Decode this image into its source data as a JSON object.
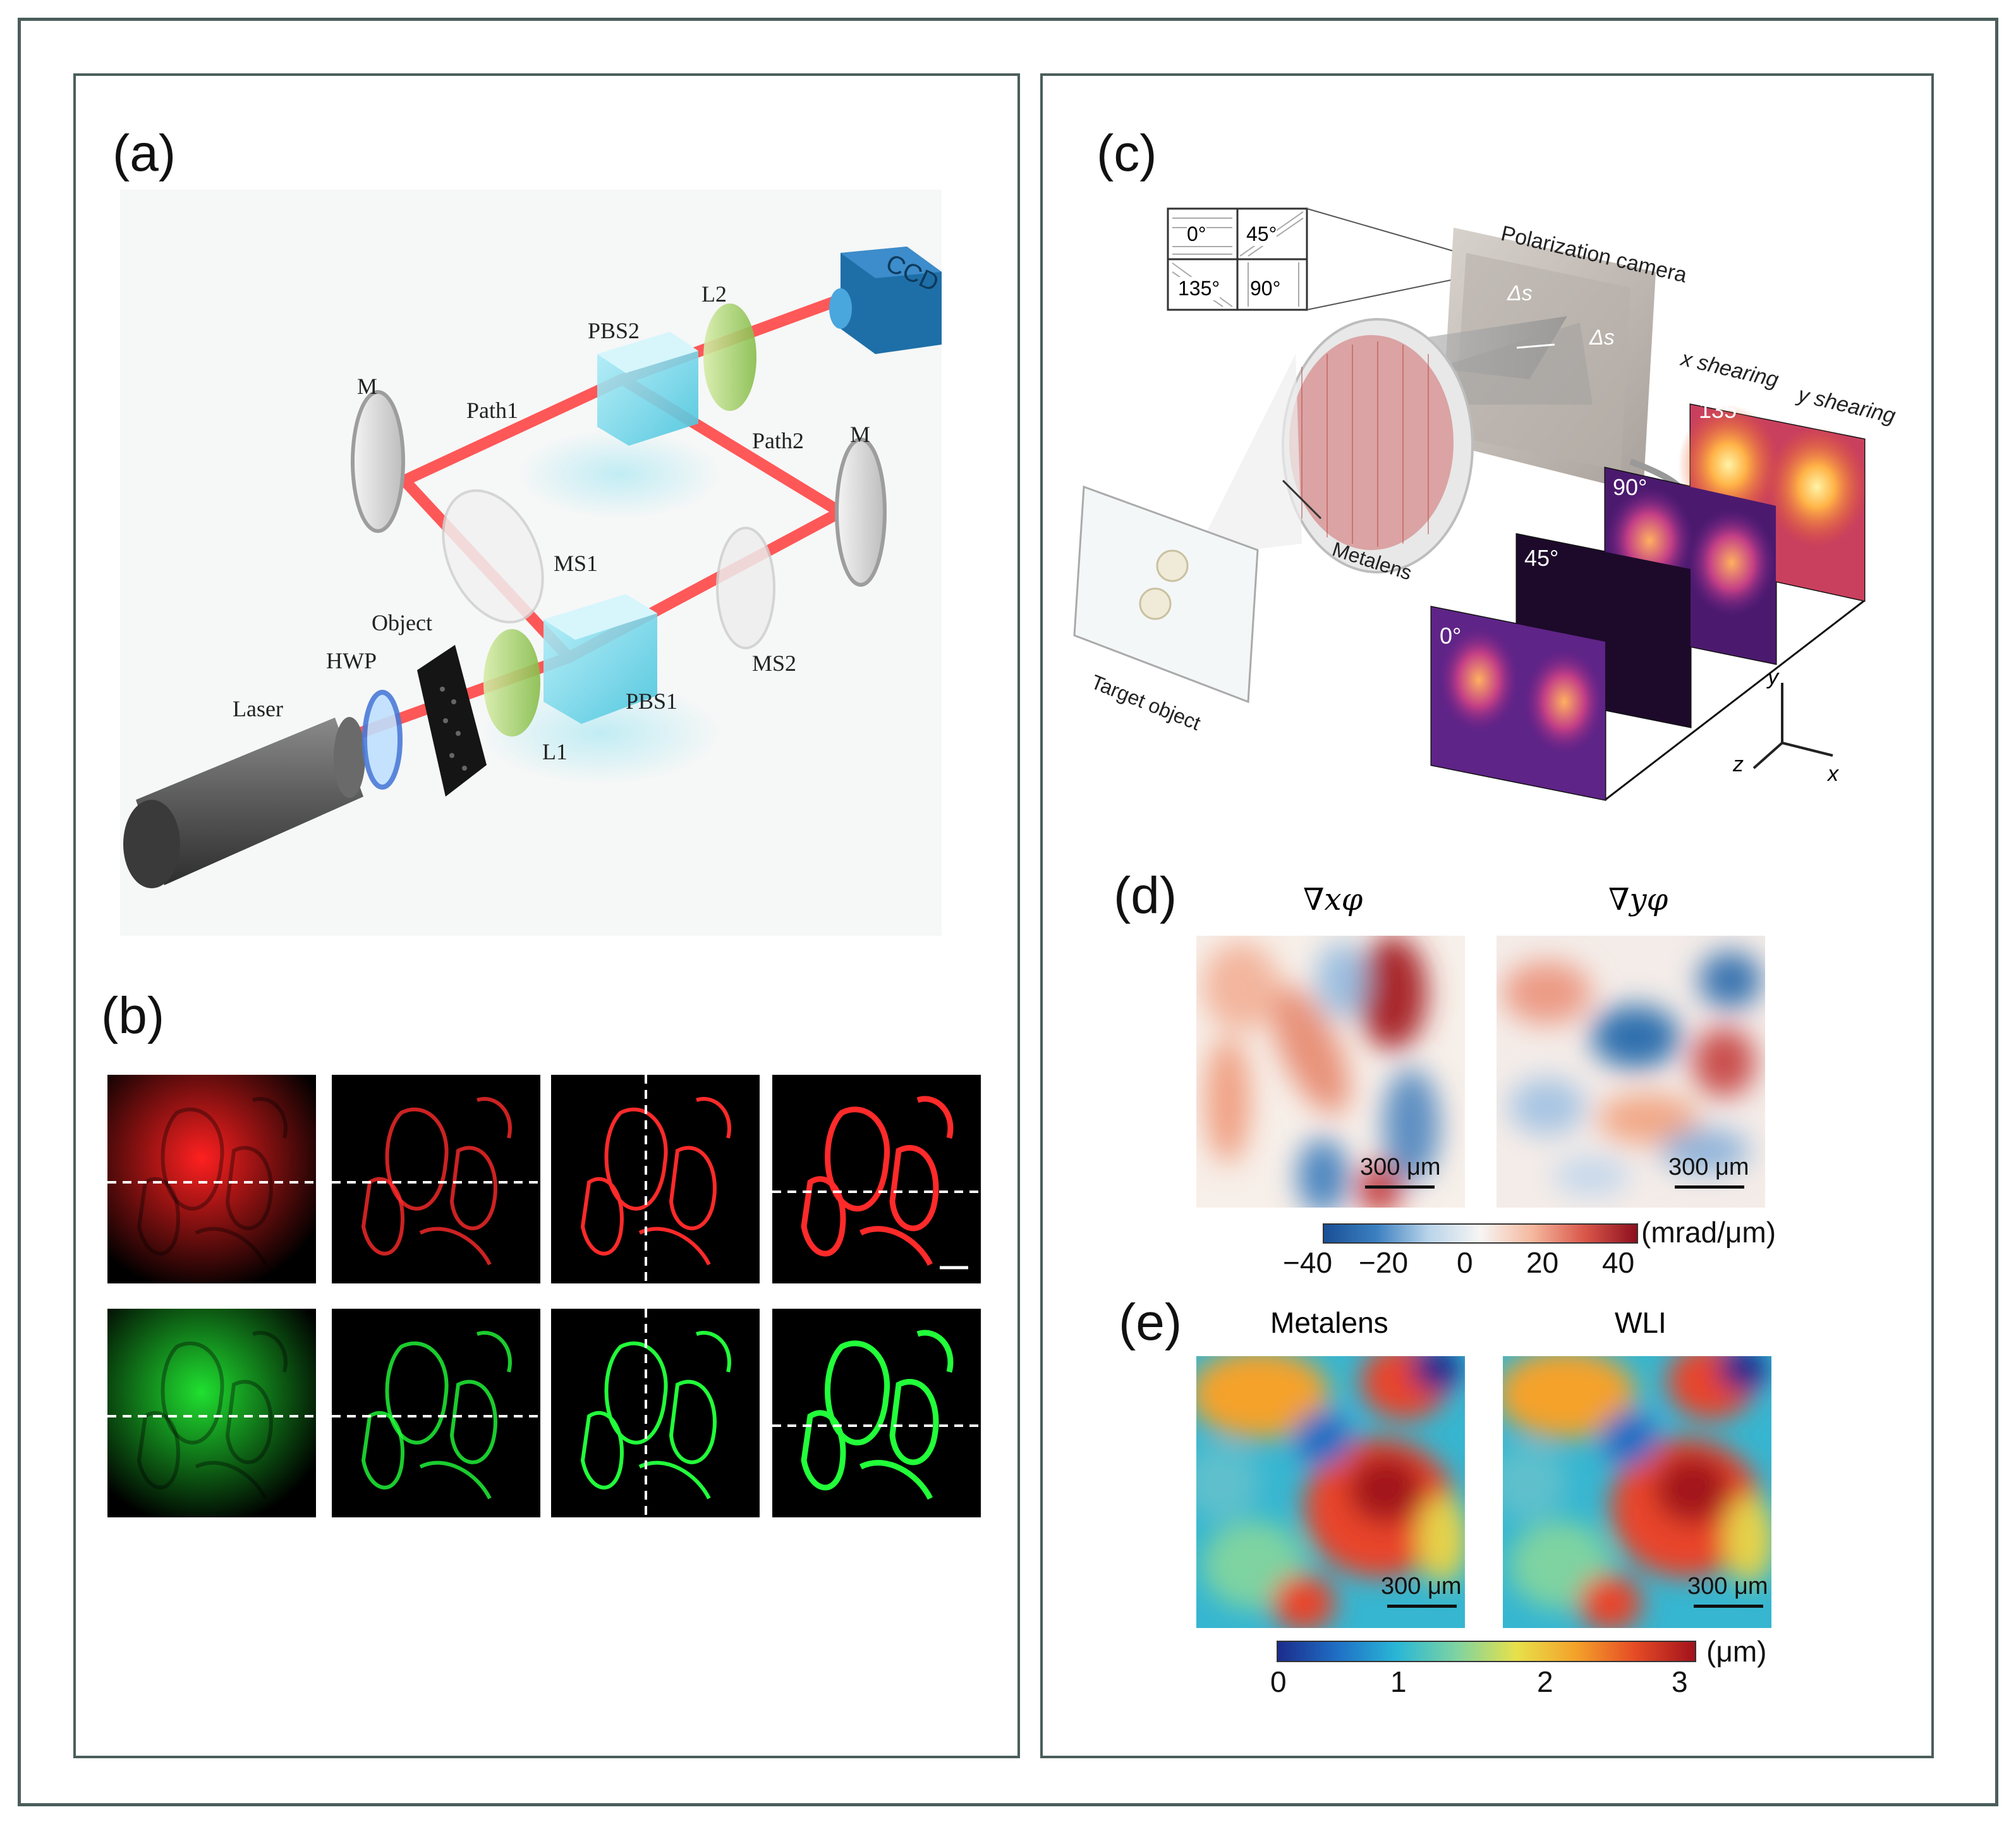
{
  "panels": {
    "a": {
      "label": "(a)",
      "components": {
        "ccd": "CCD",
        "l2": "L2",
        "pbs2": "PBS2",
        "m_left": "M",
        "path1": "Path1",
        "path2": "Path2",
        "m_right": "M",
        "ms1": "MS1",
        "object": "Object",
        "hwp": "HWP",
        "laser": "Laser",
        "l1": "L1",
        "pbs1": "PBS1",
        "ms2": "MS2"
      }
    },
    "b": {
      "label": "(b)"
    },
    "c": {
      "label": "(c)",
      "polarizer_cells": [
        "0°",
        "45°",
        "135°",
        "90°"
      ],
      "polarization_camera": "Polarization camera",
      "delta_s_1": "Δs",
      "delta_s_2": "Δs",
      "metalens": "Metalens",
      "target_object": "Target object",
      "x_shearing": "x shearing",
      "y_shearing": "y shearing",
      "angles": [
        "135°",
        "90°",
        "45°",
        "0°"
      ],
      "axis_y": "y",
      "axis_z": "z",
      "axis_x": "x"
    },
    "d": {
      "label": "(d)",
      "title_left": "∇xφ",
      "title_right": "∇yφ",
      "scalebar_left": "300 μm",
      "scalebar_right": "300 μm",
      "colorbar_unit": "(mrad/μm)",
      "colorbar_ticks": [
        "−40",
        "−20",
        "0",
        "20",
        "40"
      ]
    },
    "e": {
      "label": "(e)",
      "title_left": "Metalens",
      "title_right": "WLI",
      "scalebar_left": "300 μm",
      "scalebar_right": "300 μm",
      "colorbar_unit": "(μm)",
      "colorbar_ticks": [
        "0",
        "1",
        "2",
        "3"
      ]
    }
  },
  "colors": {
    "frame": "#4a5e5b",
    "beam": "#ff4a4a",
    "cube": "#6fd3e6",
    "lens_green": "#a7d36b",
    "ccd": "#1e6fa8"
  }
}
